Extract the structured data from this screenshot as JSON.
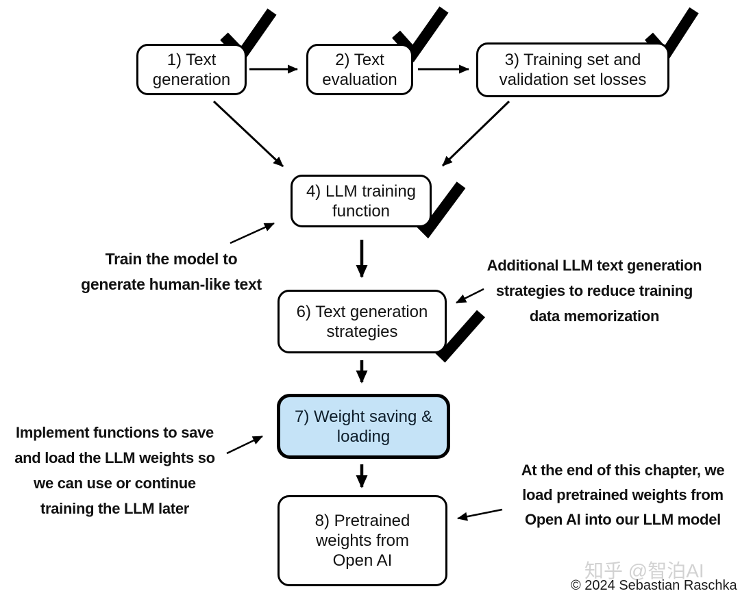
{
  "diagram": {
    "boxes": [
      {
        "id": "box-1",
        "label": "1) Text\ngeneration",
        "checked": true,
        "highlighted": false
      },
      {
        "id": "box-2",
        "label": "2) Text\nevaluation",
        "checked": true,
        "highlighted": false
      },
      {
        "id": "box-3",
        "label": "3) Training set and\nvalidation set losses",
        "checked": true,
        "highlighted": false
      },
      {
        "id": "box-4",
        "label": "4) LLM training\nfunction",
        "checked": true,
        "highlighted": false
      },
      {
        "id": "box-6",
        "label": "6) Text generation\nstrategies",
        "checked": true,
        "highlighted": false
      },
      {
        "id": "box-7",
        "label": "7) Weight saving &\nloading",
        "checked": false,
        "highlighted": true
      },
      {
        "id": "box-8",
        "label": "8) Pretrained\nweights from\nOpen AI",
        "checked": false,
        "highlighted": false
      }
    ],
    "annotations": [
      {
        "id": "anno-train",
        "text": "Train the model to\ngenerate human-like text",
        "points_to": "box-4"
      },
      {
        "id": "anno-additional",
        "text": "Additional LLM text generation\nstrategies to reduce training\ndata memorization",
        "points_to": "box-6"
      },
      {
        "id": "anno-implement",
        "text": "Implement functions to save\nand load the LLM weights so\nwe can use or continue\ntraining the LLM later",
        "points_to": "box-7"
      },
      {
        "id": "anno-end",
        "text": "At the end of this chapter, we\nload pretrained weights from\nOpen AI into our LLM model",
        "points_to": "box-8"
      }
    ],
    "colors": {
      "highlight_fill": "#c5e3f7",
      "highlight_text": "#0e1e2b",
      "line": "#000000",
      "box_fill": "#ffffff",
      "watermark_gray": "#d2d2d2"
    }
  },
  "footer": {
    "watermark": "知乎 @智泊AI",
    "copyright": "© 2024 Sebastian Raschka"
  }
}
